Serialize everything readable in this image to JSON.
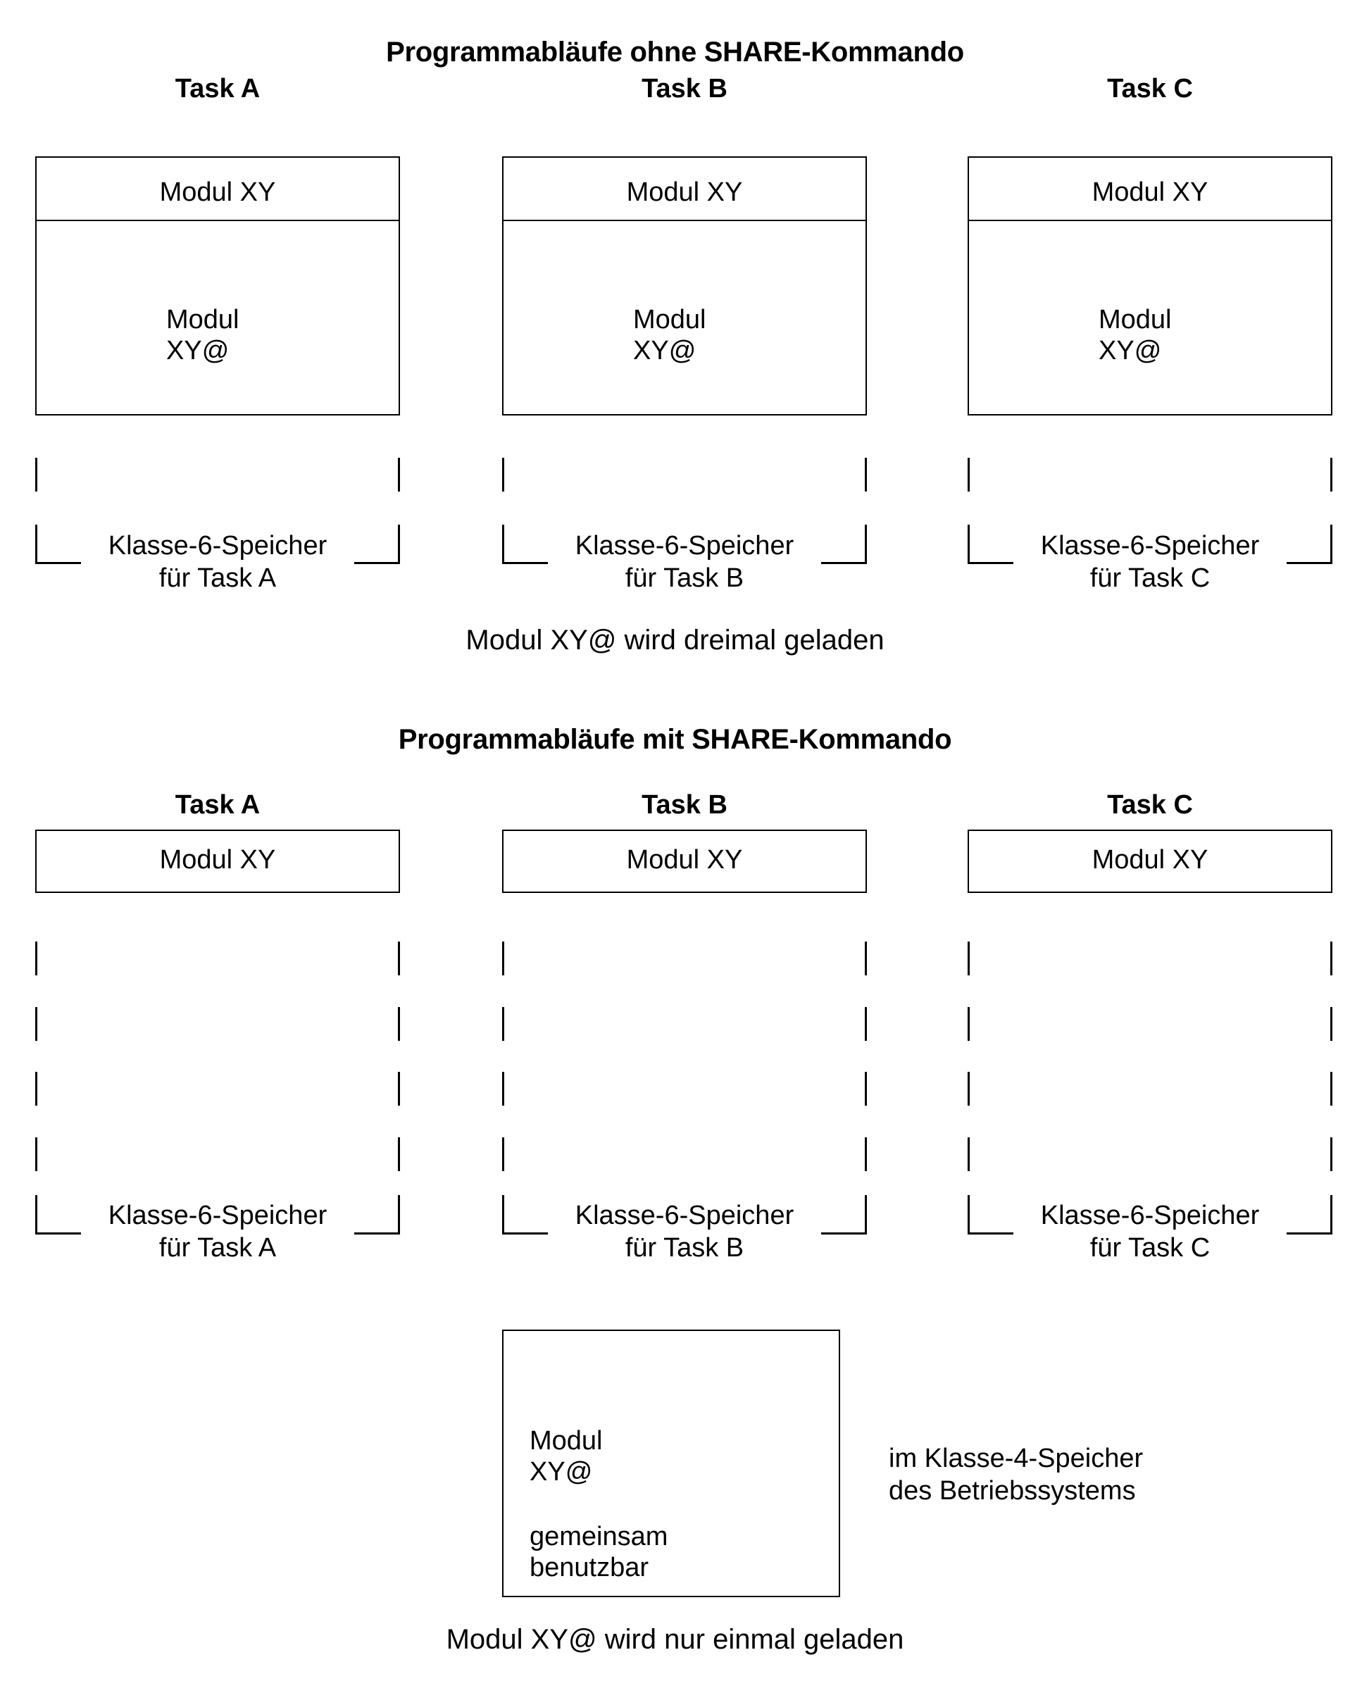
{
  "diagram": {
    "sections": [
      {
        "id": "ohne-share",
        "title": "Programmabläufe ohne SHARE-Kommando",
        "columns": [
          {
            "task_label": "Task A",
            "box_top_text": "Modul XY",
            "box_bottom_text": "Modul\nXY@",
            "memory_label": "Klasse-6-Speicher\nfür Task A"
          },
          {
            "task_label": "Task B",
            "box_top_text": "Modul XY",
            "box_bottom_text": "Modul\nXY@",
            "memory_label": "Klasse-6-Speicher\nfür Task B"
          },
          {
            "task_label": "Task C",
            "box_top_text": "Modul XY",
            "box_bottom_text": "Modul\nXY@",
            "memory_label": "Klasse-6-Speicher\nfür Task C"
          }
        ],
        "caption": "Modul XY@ wird dreimal geladen"
      },
      {
        "id": "mit-share",
        "title": "Programmabläufe mit SHARE-Kommando",
        "columns": [
          {
            "task_label": "Task A",
            "box_top_text": "Modul XY",
            "memory_label": "Klasse-6-Speicher\nfür Task A"
          },
          {
            "task_label": "Task B",
            "box_top_text": "Modul XY",
            "memory_label": "Klasse-6-Speicher\nfür Task B"
          },
          {
            "task_label": "Task C",
            "box_top_text": "Modul XY",
            "memory_label": "Klasse-6-Speicher\nfür Task C"
          }
        ],
        "shared_box": {
          "module_text": "Modul\nXY@",
          "shared_text": "gemeinsam\nbenutzbar"
        },
        "shared_annotation": "im Klasse-4-Speicher\ndes Betriebssystems",
        "caption": "Modul XY@ wird nur einmal geladen"
      }
    ],
    "colors": {
      "background": "#ffffff",
      "stroke": "#000000",
      "text": "#000000"
    }
  }
}
